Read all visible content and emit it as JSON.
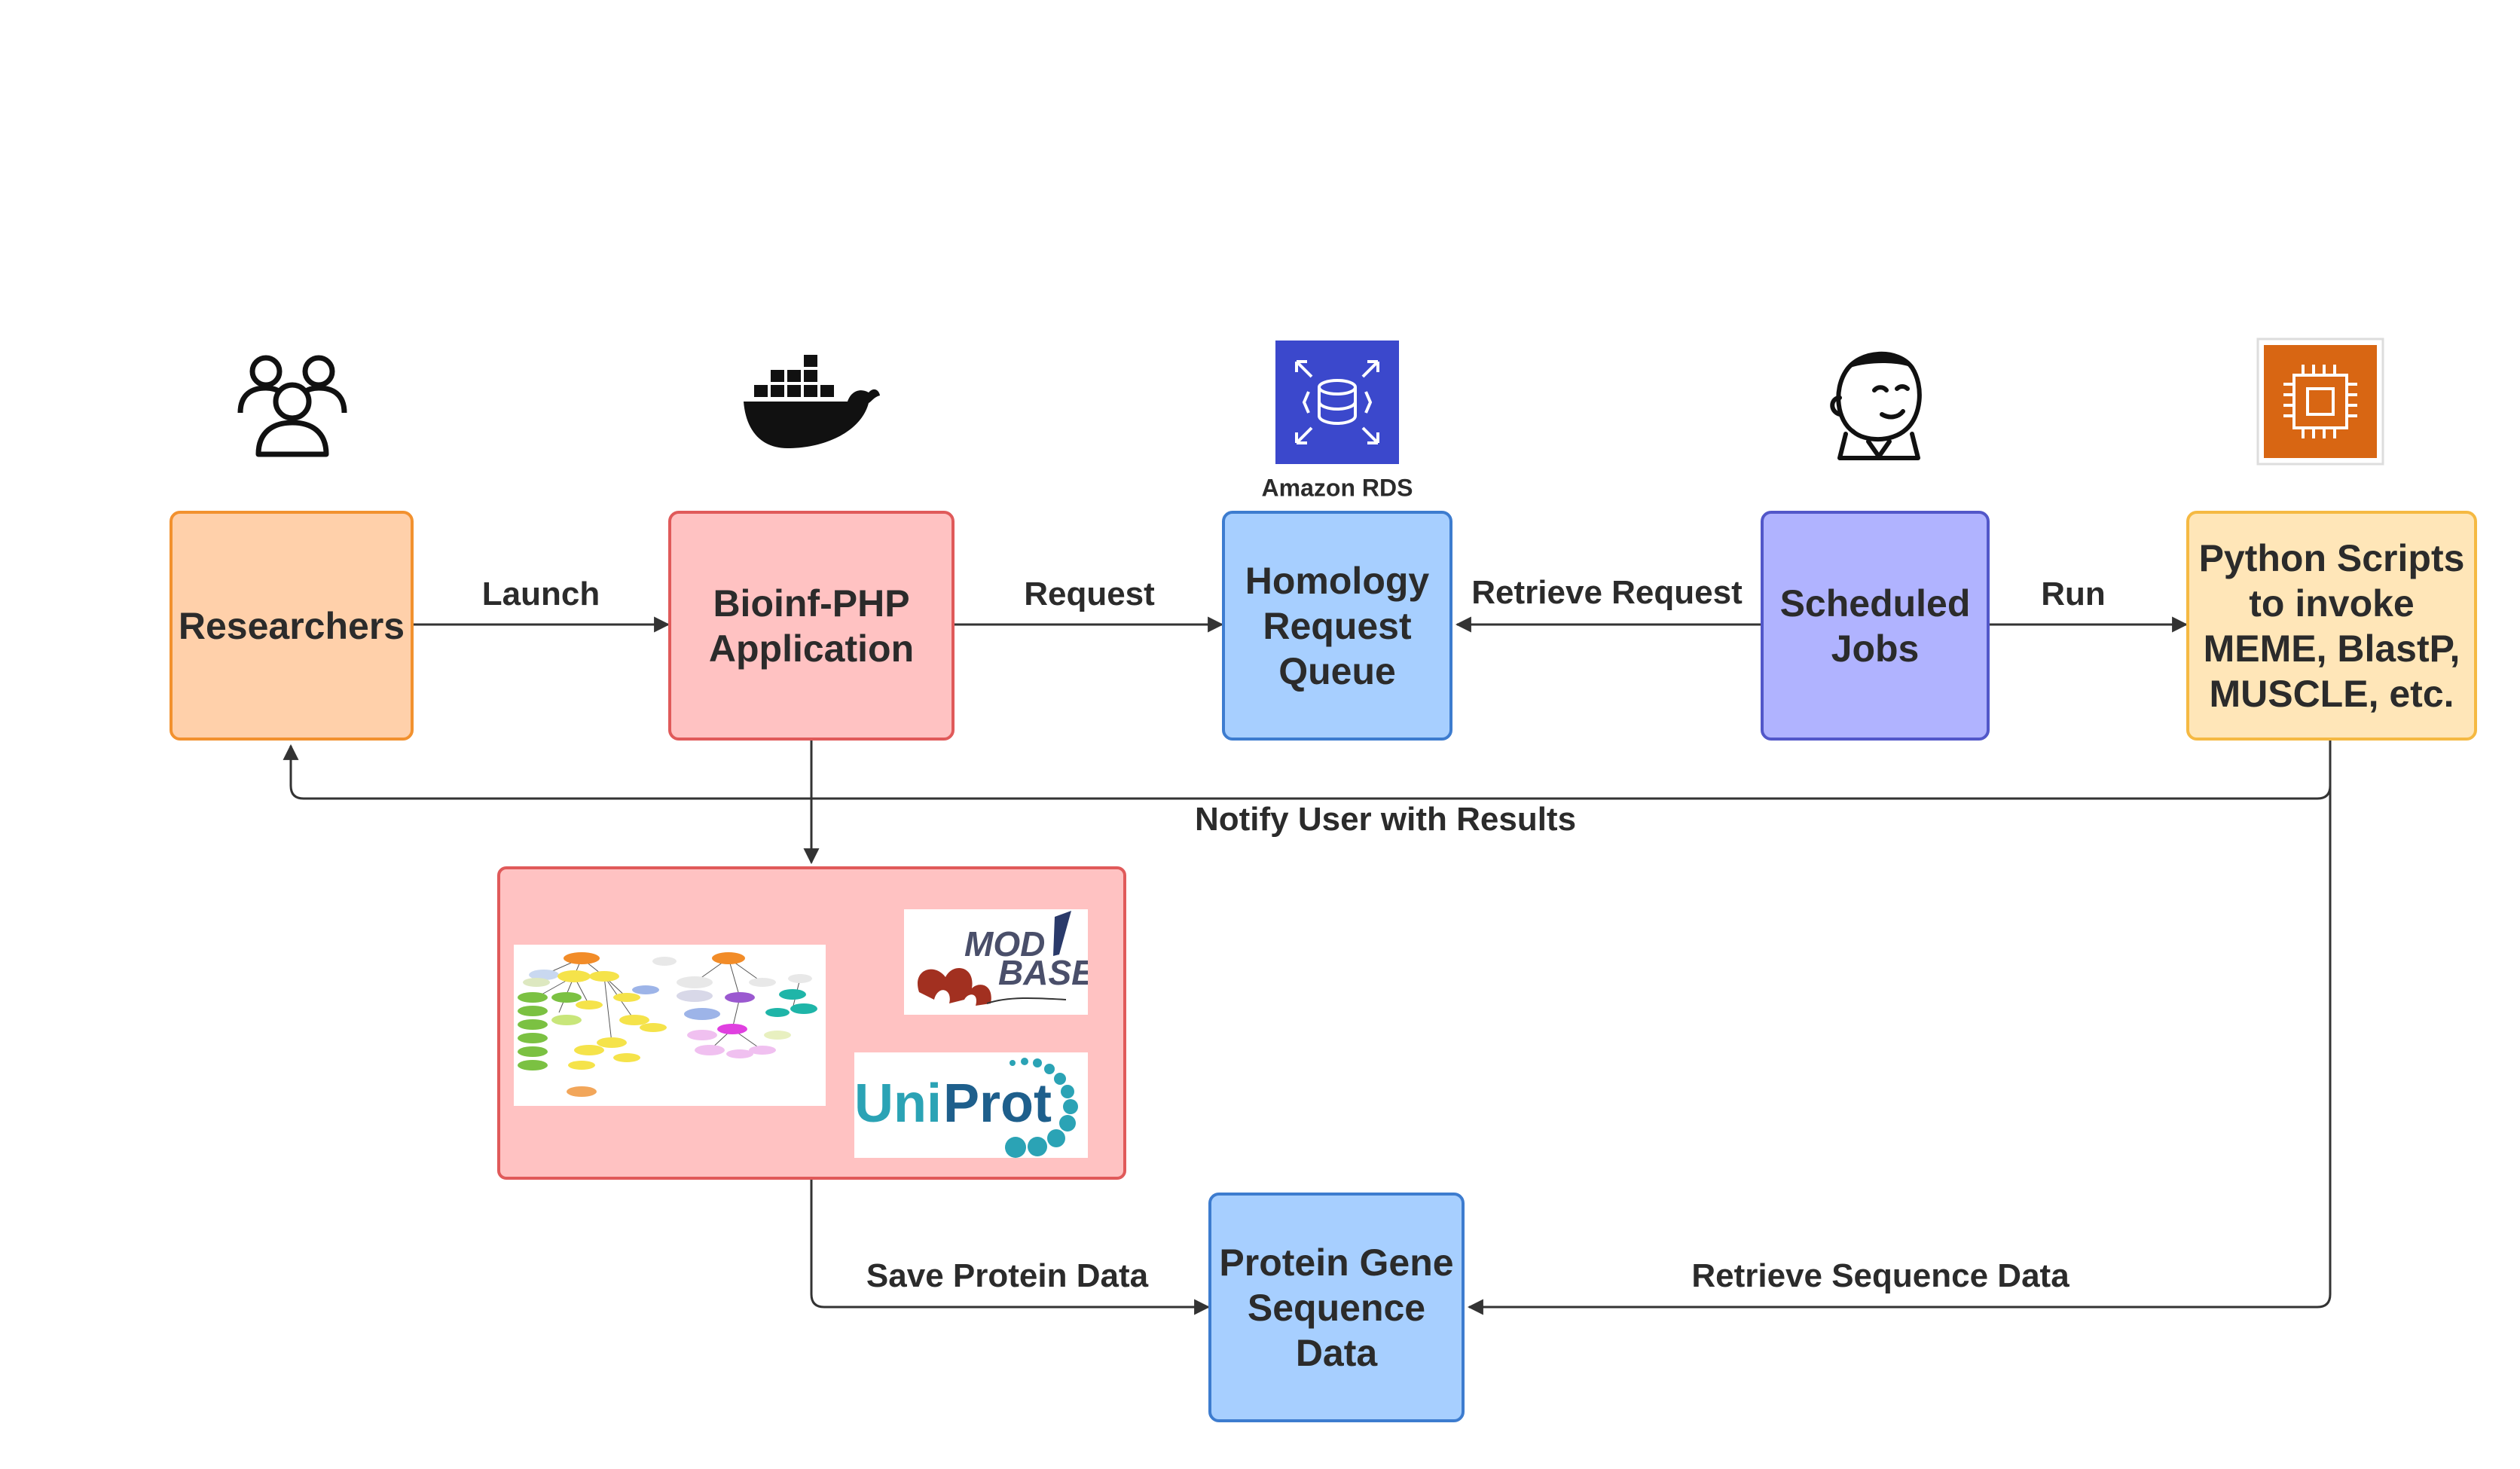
{
  "nodes": {
    "researchers": {
      "label": "Researchers"
    },
    "bioinf_app": {
      "label": "Bioinf-PHP\nApplication"
    },
    "queue": {
      "label": "Homology\nRequest\nQueue"
    },
    "scheduled": {
      "label": "Scheduled\nJobs"
    },
    "python": {
      "label": "Python Scripts\nto invoke\nMEME, BlastP,\nMUSCLE, etc."
    },
    "protein": {
      "label": "Protein Gene\nSequence\nData"
    }
  },
  "edges": {
    "launch": "Launch",
    "request": "Request",
    "retrieve_request": "Retrieve Request",
    "run": "Run",
    "notify": "Notify User with Results",
    "save_protein": "Save Protein Data",
    "retrieve_sequence": "Retrieve Sequence Data"
  },
  "icons": {
    "users": "users-icon",
    "docker": "docker-whale-icon",
    "rds": "amazon-rds-icon",
    "rds_caption": "Amazon RDS",
    "jenkins": "jenkins-icon",
    "ec2": "ec2-chip-icon"
  },
  "data_sources": {
    "modbase_logo_text": "MODBASE",
    "uniprot_logo_text": "UniProt"
  },
  "colors": {
    "researchers_fill": "#FFD0AA",
    "researchers_border": "#F2912F",
    "app_fill": "#FFC2C2",
    "app_border": "#E05A5A",
    "queue_fill": "#A7CFFF",
    "queue_border": "#3D7CCF",
    "scheduled_fill": "#B0B3FF",
    "scheduled_border": "#5257C9",
    "python_fill": "#FFE6B8",
    "python_border": "#F5B942",
    "protein_fill": "#A7CFFF",
    "protein_border": "#3D7CCF",
    "edge": "#333333",
    "rds": "#3B48CC",
    "ec2": "#D86613"
  }
}
